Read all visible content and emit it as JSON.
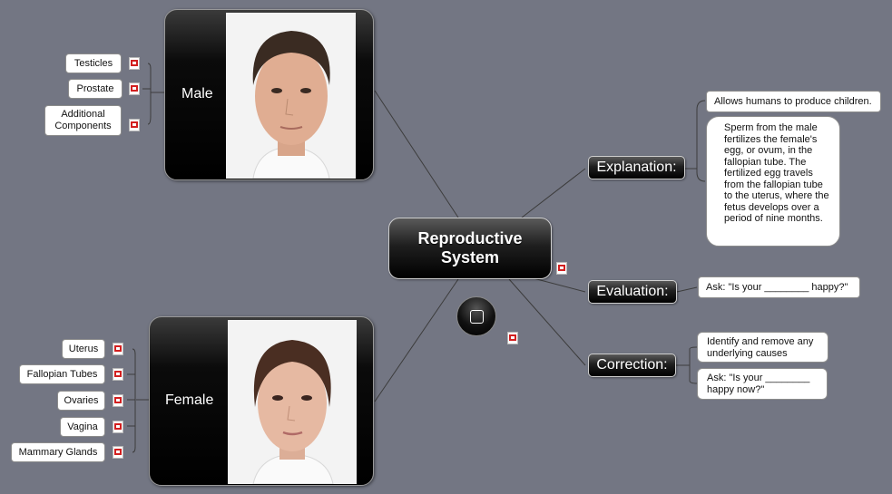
{
  "central": {
    "title": "Reproductive System"
  },
  "male": {
    "label": "Male",
    "leaves": [
      "Testicles",
      "Prostate",
      "Additional Components"
    ]
  },
  "female": {
    "label": "Female",
    "leaves": [
      "Uterus",
      "Fallopian Tubes",
      "Ovaries",
      "Vagina",
      "Mammary Glands"
    ]
  },
  "explanation": {
    "label": "Explanation:",
    "notes": [
      "Allows humans to produce children.",
      "Sperm from the male fertilizes the female's egg, or ovum, in the fallopian tube. The fertilized egg travels from the fallopian tube to the uterus, where the fetus develops over a period of nine months."
    ]
  },
  "evaluation": {
    "label": "Evaluation:",
    "notes": [
      "Ask: \"Is your ________ happy?\""
    ]
  },
  "correction": {
    "label": "Correction:",
    "notes": [
      "Identify and remove any underlying causes",
      "Ask: \"Is your ________ happy now?\""
    ]
  },
  "colors": {
    "background": "#737683",
    "topic_fill": "#000000",
    "leaf_fill": "#ffffff",
    "link": "#3a3a3a",
    "attachment_icon": "#d21f1f"
  },
  "icons": [
    "attachment-icon",
    "square-icon"
  ]
}
